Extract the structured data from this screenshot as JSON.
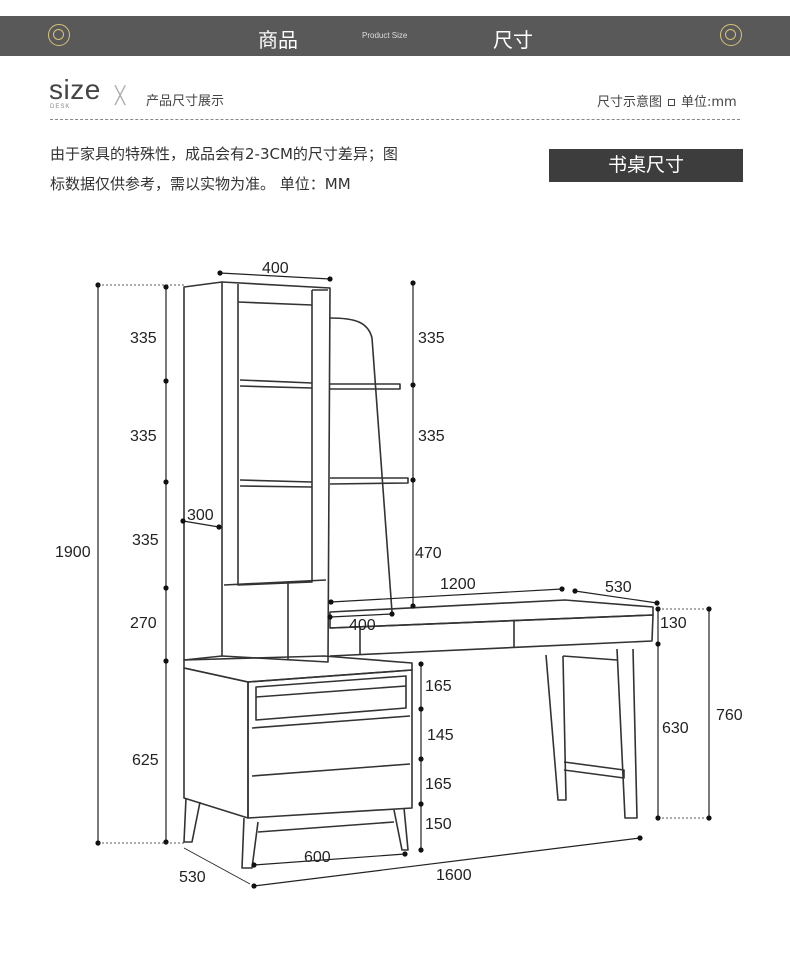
{
  "header": {
    "left_label": "商品",
    "center_label": "Product Size",
    "right_label": "尺寸",
    "ornament_icon": "double-circle-icon",
    "bar_color": "#595959",
    "ornament_color": "#d9c27a"
  },
  "section": {
    "size_word": "size",
    "size_sub": "DESK",
    "separator": "╳",
    "subtitle": "产品尺寸展示",
    "right_note": "尺寸示意图",
    "right_unit": "单位:mm"
  },
  "description": {
    "line1": "由于家具的特殊性，成品会有2-3CM的尺寸差异；图",
    "line2": "标数据仅供参考，需以实物为准。    单位：MM"
  },
  "badge": {
    "label": "书桌尺寸",
    "color": "#3d3d3d"
  },
  "dimensions": {
    "top_width": "400",
    "left_heights": [
      "335",
      "335",
      "335",
      "270",
      "625"
    ],
    "total_height": "1900",
    "shelf_depth": "300",
    "right_shelves": [
      "335",
      "335",
      "470"
    ],
    "desk_width": "1200",
    "desk_depth": "530",
    "desk_inset": "400",
    "desk_top": "130",
    "desk_leg": "630",
    "desk_height": "760",
    "drawers": [
      "165",
      "145",
      "165",
      "150"
    ],
    "cabinet_width": "600",
    "base_depth": "530",
    "total_width": "1600"
  }
}
